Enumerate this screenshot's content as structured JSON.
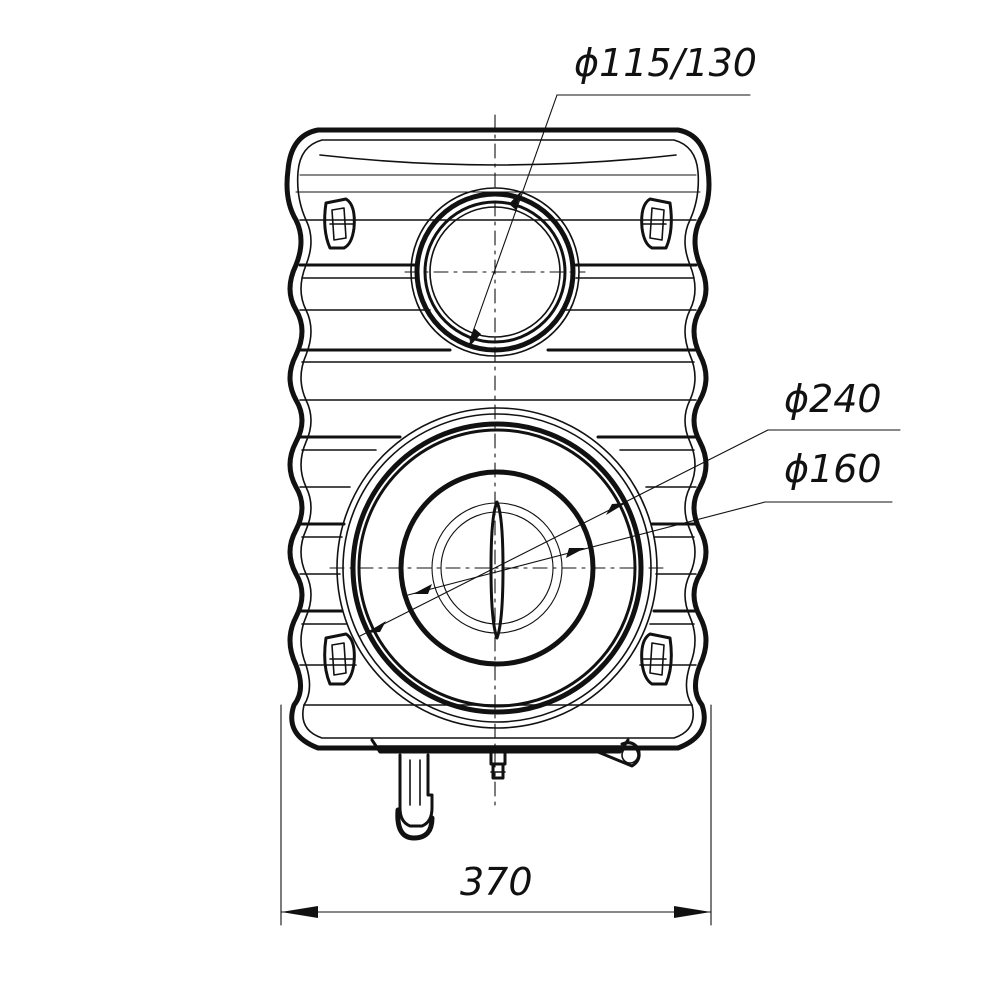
{
  "dimensions": {
    "inlet_diameter": "ϕ115/130",
    "lid_outer_diameter": "ϕ240",
    "lid_inner_diameter": "ϕ160",
    "overall_width": "370"
  }
}
